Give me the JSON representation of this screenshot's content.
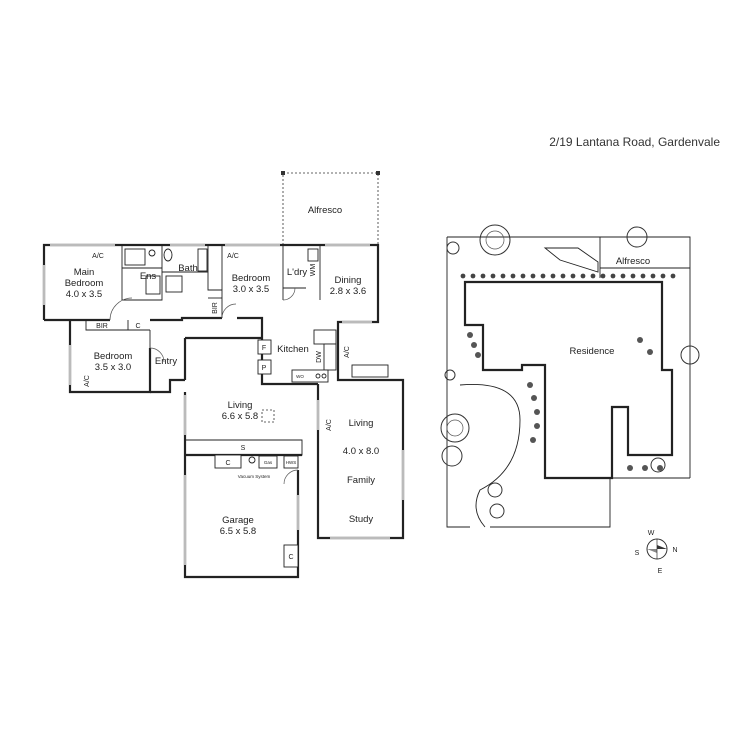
{
  "address": "2/19 Lantana Road, Gardenvale",
  "floor_plan": {
    "rooms": {
      "alfresco": "Alfresco",
      "main_bedroom_1": "Main",
      "main_bedroom_2": "Bedroom",
      "main_bedroom_size": "4.0 x 3.5",
      "ensuite": "Ens",
      "bath": "Bath",
      "bedroom2": "Bedroom",
      "bedroom2_size": "3.0 x 3.5",
      "laundry": "L'dry",
      "dining": "Dining",
      "dining_size": "2.8 x 3.6",
      "bedroom3": "Bedroom",
      "bedroom3_size": "3.5 x 3.0",
      "entry": "Entry",
      "kitchen": "Kitchen",
      "living": "Living",
      "living_size": "6.6 x 5.8",
      "living2": "Living",
      "living2_size": "4.0 x 8.0",
      "family": "Family",
      "study": "Study",
      "garage": "Garage",
      "garage_size": "6.5 x 5.8"
    },
    "fixtures": {
      "ac": "A/C",
      "bir": "BIR",
      "c": "C",
      "wm": "WM",
      "f": "F",
      "p": "P",
      "dw": "DW",
      "wo": "WO",
      "s": "S",
      "vacuum": "Vacuum System",
      "gas": "Gas",
      "hws": "HWS"
    }
  },
  "site_plan": {
    "alfresco": "Alfresco",
    "residence": "Residence"
  },
  "compass": {
    "n": "N",
    "s": "S",
    "e": "E",
    "w": "W"
  }
}
